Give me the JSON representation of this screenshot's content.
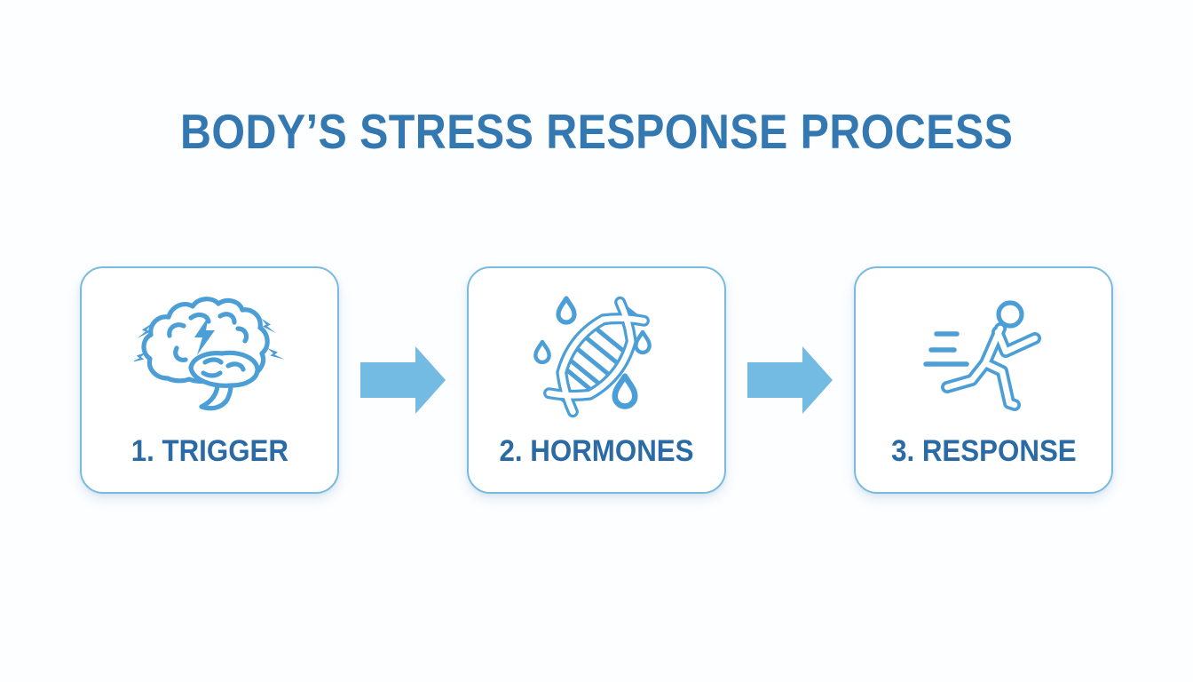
{
  "title": "BODY’S STRESS RESPONSE PROCESS",
  "steps": [
    {
      "number": "1",
      "label": "1. TRIGGER",
      "icon": "brain-with-lightning-bolts"
    },
    {
      "number": "2",
      "label": "2. HORMONES",
      "icon": "dna-helix-with-droplets"
    },
    {
      "number": "3",
      "label": "3. RESPONSE",
      "icon": "running-person-with-speed-lines"
    }
  ],
  "connectors": [
    "arrow-right",
    "arrow-right"
  ],
  "colors": {
    "title_text": "#3478B2",
    "label_text": "#2B6BA5",
    "icon_stroke": "#4C9FD6",
    "arrow_fill": "#73BBE2",
    "card_border": "#7ABADF",
    "card_background": "#FFFFFF",
    "page_background": "#FDFEFF"
  }
}
